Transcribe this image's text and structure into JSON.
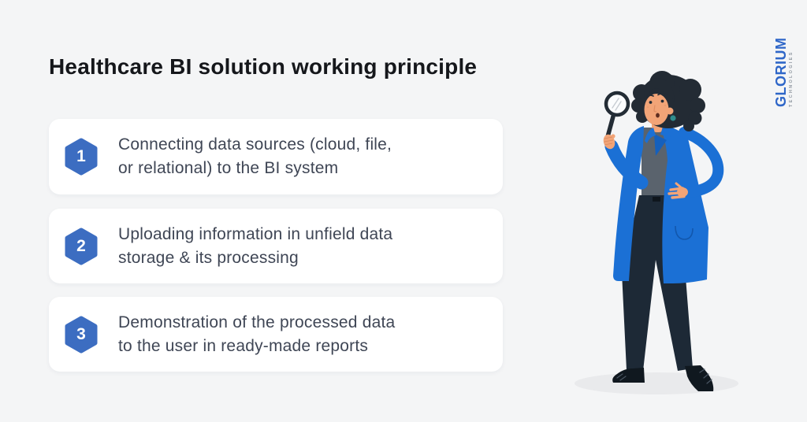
{
  "title": "Healthcare BI solution working principle",
  "brand": {
    "name": "GLORIUM",
    "subname": "TECHNOLOGIES"
  },
  "steps": [
    {
      "number": "1",
      "line1": "Connecting data sources (cloud, file,",
      "line2": "or relational) to the BI system"
    },
    {
      "number": "2",
      "line1": "Uploading information in unfield data",
      "line2": "storage & its processing"
    },
    {
      "number": "3",
      "line1": "Demonstration of the processed data",
      "line2": "to the user in ready-made reports"
    }
  ],
  "illustration": {
    "name": "woman-with-magnifying-glass"
  },
  "colors": {
    "background": "#f4f5f6",
    "card": "#ffffff",
    "badge_blue": "#3c6dc1",
    "card_text": "#3f4655",
    "title_text": "#15171b",
    "brand_blue": "#2e66c8",
    "brand_gray": "#8f97a0",
    "coat_blue": "#1b70d5",
    "skin": "#f2a477",
    "hair": "#232b34"
  }
}
